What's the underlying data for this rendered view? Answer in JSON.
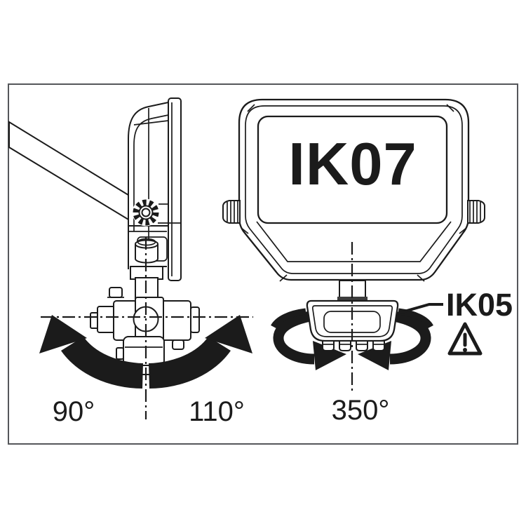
{
  "diagram": {
    "title_semantic": "floodlight-adjustment-and-impact-rating-diagram",
    "side_view": {
      "tilt_angle_back_label": "90°",
      "tilt_angle_forward_label": "110°"
    },
    "front_view": {
      "body_impact_rating": "IK07",
      "mount_impact_rating": "IK05",
      "swivel_angle_label": "350°"
    },
    "icons": [
      "warning-triangle-icon",
      "tilt-arc-double-arrow",
      "swivel-rotation-arrows"
    ],
    "colors": {
      "line": "#1b1b1b",
      "frame_border": "#55575a",
      "background": "#ffffff",
      "gasket": "#3d3d3d"
    }
  }
}
